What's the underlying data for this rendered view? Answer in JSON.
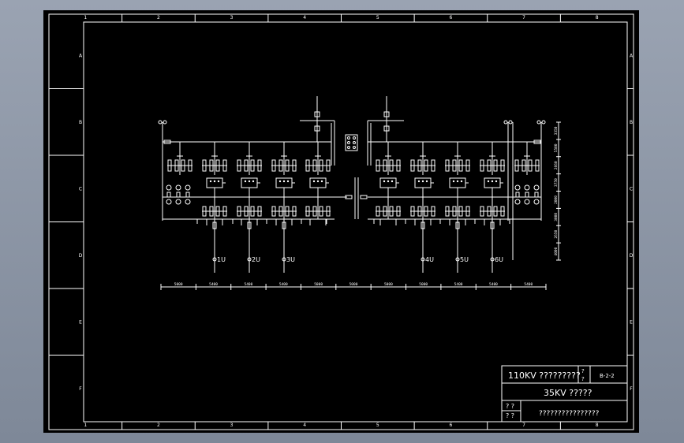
{
  "border": {
    "column_labels": [
      "1",
      "2",
      "3",
      "4",
      "5",
      "6",
      "7",
      "8"
    ],
    "row_labels": [
      "A",
      "B",
      "C",
      "D",
      "E",
      "F"
    ]
  },
  "feeders": {
    "labels": [
      "1U",
      "2U",
      "3U",
      "4U",
      "5U",
      "6U"
    ]
  },
  "dimensions": {
    "values": [
      "5000",
      "5400",
      "5400",
      "5400",
      "5000",
      "5000",
      "5000",
      "5000",
      "5400",
      "5400",
      "5400"
    ]
  },
  "vertical_dims": {
    "values": [
      "3350",
      "5500",
      "2660",
      "3750",
      "2000",
      "3000",
      "2650",
      "4000"
    ]
  },
  "title_block": {
    "project": "110KV ?????????",
    "sheet_marks": [
      "?",
      "?"
    ],
    "drawing_no": "B-2-2",
    "drawing_title": "35KV ?????",
    "sign_left": [
      "? ?",
      "? ?"
    ],
    "footer": "????????????????"
  }
}
